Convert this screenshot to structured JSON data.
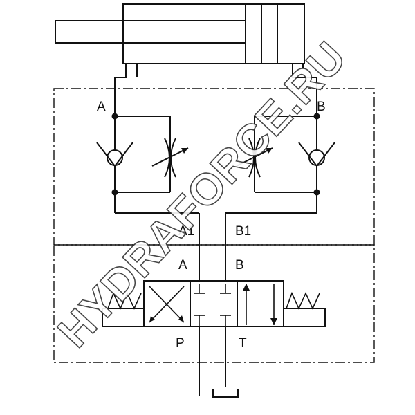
{
  "diagram": {
    "port_labels": {
      "a_top": "A",
      "b_top": "B",
      "a1": "A1",
      "b1": "B1",
      "a_valve": "A",
      "b_valve": "B",
      "p": "P",
      "t": "T"
    },
    "watermark": "HYDRAFORCE.RU"
  }
}
